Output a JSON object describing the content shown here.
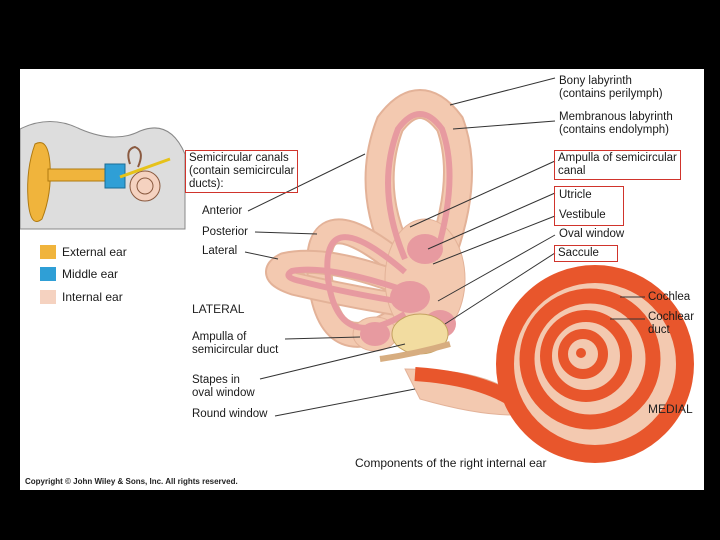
{
  "labels": {
    "bony_labyrinth": "Bony labyrinth\n(contains perilymph)",
    "membranous_labyrinth": "Membranous labyrinth\n(contains endolymph)",
    "ampulla_semicircular_canal": "Ampulla of semicircular\ncanal",
    "utricle": "Utricle",
    "vestibule": "Vestibule",
    "oval_window": "Oval window",
    "saccule": "Saccule",
    "cochlea": "Cochlea",
    "cochlear_duct": "Cochlear\nduct",
    "medial": "MEDIAL",
    "semicircular_canals": "Semicircular canals\n(contain semicircular\nducts):",
    "anterior": "Anterior",
    "posterior": "Posterior",
    "lateral_canal": "Lateral",
    "lateral_side": "LATERAL",
    "ampulla_semicircular_duct": "Ampulla of\nsemicircular duct",
    "stapes": "Stapes in\noval window",
    "round_window": "Round window"
  },
  "legend": [
    {
      "label": "External ear",
      "color": "#f0b43c"
    },
    {
      "label": "Middle ear",
      "color": "#2f9fd6"
    },
    {
      "label": "Internal ear",
      "color": "#f5d2c0"
    }
  ],
  "caption": "Components of the right internal ear",
  "copyright": "Copyright © John Wiley & Sons, Inc. All rights reserved.",
  "colors": {
    "bony": "#f3c9b0",
    "membranous": "#e79aa0",
    "cochlear_duct": "#e8562c",
    "highlight_box": "#d0342c"
  }
}
